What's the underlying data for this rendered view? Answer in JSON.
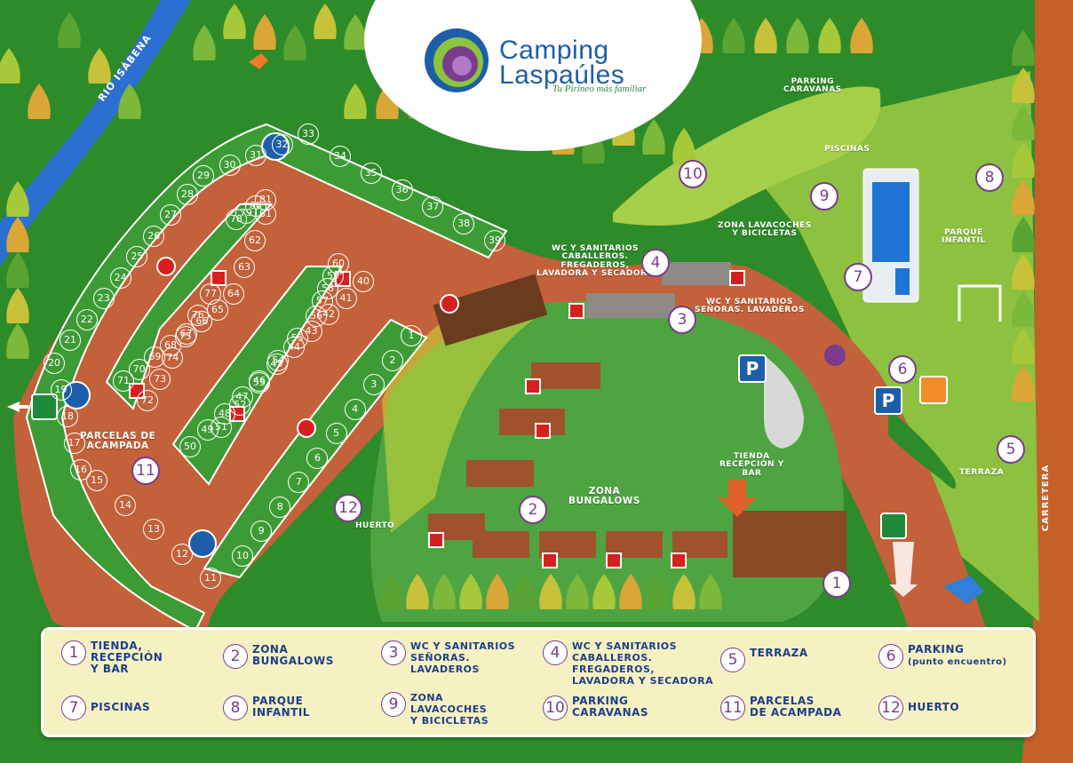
{
  "brand": {
    "name_line1": "Camping",
    "name_line2": "Laspaúles",
    "tagline": "Tu Pirineo más familiar",
    "colors": {
      "blue": "#1d5ea8",
      "purple": "#7a3c8c",
      "green": "#2a8a3a"
    }
  },
  "map_labels": {
    "river": "RIO ISÁBENA",
    "road": "CARRETERA",
    "parcelas": "PARCELAS DE\nACAMPADA",
    "huerto": "HUERTO",
    "zona_bungalows": "ZONA\nBUNGALOWS",
    "tienda": "TIENDA\nRECEPCIÓN Y\nBAR",
    "wc_senoras": "WC Y SANITARIOS\nSEÑORAS. LAVADEROS",
    "wc_caballeros": "WC Y SANITARIOS\nCABALLEROS.\nFREGADEROS,\nLAVADORA Y SECADORA",
    "lavacoches": "ZONA LAVACOCHES\nY BICICLETAS",
    "parking_caravanas": "PARKING\nCARAVANAS",
    "piscinas": "PISCINAS",
    "parque_infantil": "PARQUE\nINFANTIL",
    "terraza": "TERRAZA"
  },
  "zone_numbers": [
    "1",
    "2",
    "3",
    "4",
    "5",
    "6",
    "7",
    "8",
    "9",
    "10",
    "11",
    "12"
  ],
  "plots": [
    "1",
    "2",
    "3",
    "4",
    "5",
    "6",
    "7",
    "8",
    "9",
    "10",
    "11",
    "12",
    "13",
    "14",
    "15",
    "16",
    "17",
    "18",
    "19",
    "20",
    "21",
    "22",
    "23",
    "24",
    "25",
    "26",
    "27",
    "28",
    "29",
    "30",
    "31",
    "32",
    "33",
    "34",
    "35",
    "36",
    "37",
    "38",
    "39",
    "40",
    "41",
    "42",
    "43",
    "44",
    "45",
    "46",
    "47",
    "48",
    "49",
    "50",
    "51",
    "52",
    "53",
    "54",
    "55",
    "56",
    "57",
    "58",
    "59",
    "60",
    "61",
    "62",
    "63",
    "64",
    "65",
    "66",
    "67",
    "68",
    "69",
    "70",
    "71",
    "72",
    "73",
    "74",
    "75",
    "76",
    "77",
    "78",
    "79",
    "80",
    "81"
  ],
  "legend": [
    {
      "num": "1",
      "text": "TIENDA,\nRECEPCIÓN\nY BAR"
    },
    {
      "num": "2",
      "text": "ZONA\nBUNGALOWS"
    },
    {
      "num": "3",
      "text": "WC Y SANITARIOS\nSEÑORAS.\nLAVADEROS"
    },
    {
      "num": "4",
      "text": "WC Y SANITARIOS\nCABALLEROS.\nFREGADEROS,\nLAVADORA Y SECADORA"
    },
    {
      "num": "5",
      "text": "TERRAZA"
    },
    {
      "num": "6",
      "text": "PARKING",
      "sub": "(punto encuentro)"
    },
    {
      "num": "7",
      "text": "PISCINAS"
    },
    {
      "num": "8",
      "text": "PARQUE\nINFANTIL"
    },
    {
      "num": "9",
      "text": "ZONA\nLAVACOCHES\nY BICICLETAS"
    },
    {
      "num": "10",
      "text": "PARKING\nCARAVANAS"
    },
    {
      "num": "11",
      "text": "PARCELAS\nDE ACAMPADA"
    },
    {
      "num": "12",
      "text": "HUERTO"
    }
  ],
  "icons": [
    "snail-logo-icon",
    "bird-icon",
    "fire-extinguisher-icon",
    "emergency-exit-icon",
    "water-fountain-icon",
    "parking-icon",
    "meeting-point-icon",
    "tree-icon",
    "bungalow-icon",
    "swing-icon",
    "cyclist-icon"
  ]
}
